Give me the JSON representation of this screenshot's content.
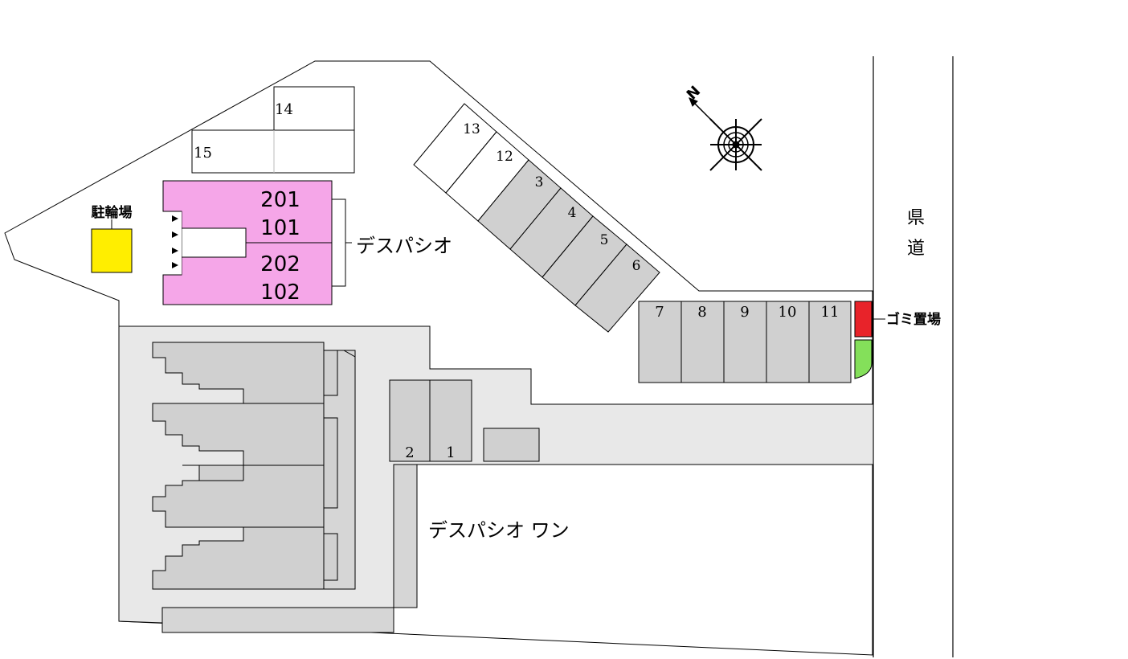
{
  "building_main": {
    "name": "デスパシオ",
    "units": [
      "201",
      "101",
      "202",
      "102"
    ]
  },
  "building_one": {
    "name": "デスパシオ ワン"
  },
  "road_label": [
    "県",
    "道"
  ],
  "bicycle_parking_label": "駐輪場",
  "garbage_label": "ゴミ置場",
  "compass_label": "N",
  "parking": {
    "top_left": [
      "14",
      "15"
    ],
    "diagonal": [
      "13",
      "12",
      "3",
      "4",
      "5",
      "6"
    ],
    "right_row": [
      "7",
      "8",
      "9",
      "10",
      "11"
    ],
    "bottom": [
      "2",
      "1"
    ]
  },
  "colors": {
    "building_main": "#f5a6e8",
    "bicycle": "#ffee00",
    "garbage": "#e8232a",
    "green": "#84e05a",
    "lot": "#e8e8e8",
    "stall": "#d0d0d0"
  }
}
